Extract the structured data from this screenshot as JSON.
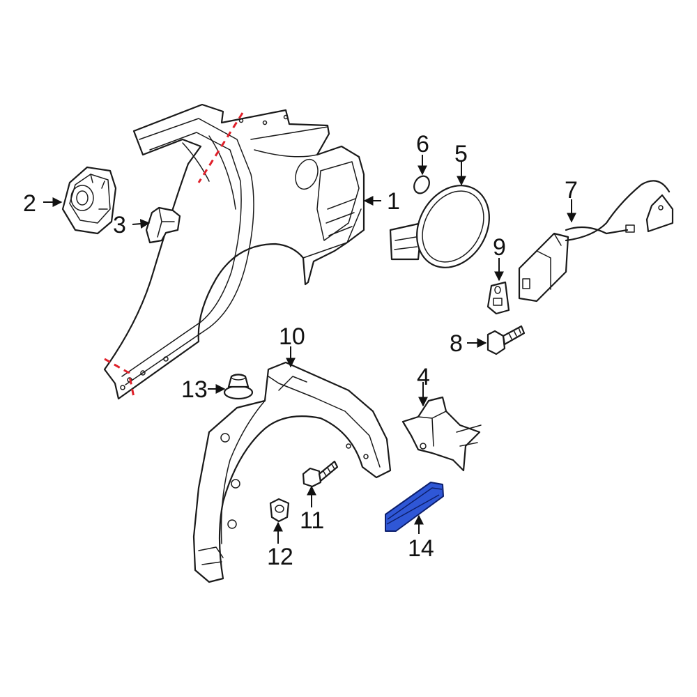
{
  "colors": {
    "line": "#1a1a1a",
    "highlight_fill": "#2f57d6",
    "highlight_stroke": "#0d1f6b",
    "cut_line": "#e0202a"
  },
  "labels": {
    "p1": "1",
    "p2": "2",
    "p3": "3",
    "p4": "4",
    "p5": "5",
    "p6": "6",
    "p7": "7",
    "p8": "8",
    "p9": "9",
    "p10": "10",
    "p11": "11",
    "p12": "12",
    "p13": "13",
    "p14": "14"
  },
  "highlighted_part": "14"
}
